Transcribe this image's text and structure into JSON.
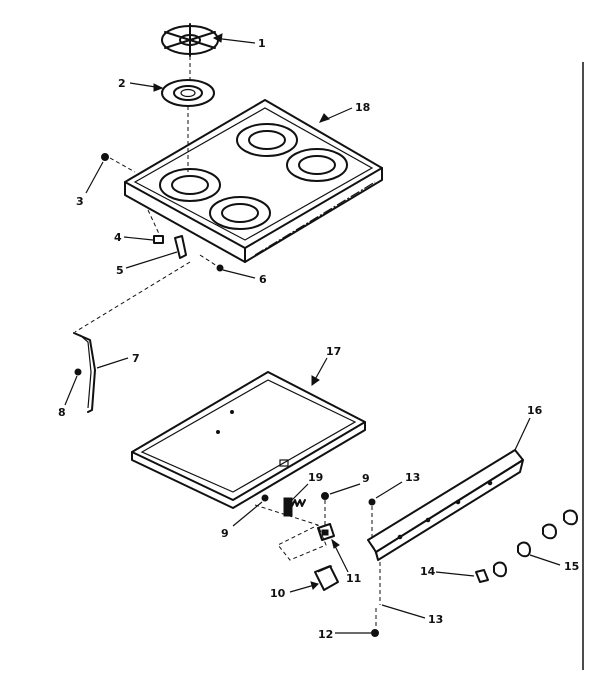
{
  "callouts": {
    "c1": "1",
    "c2": "2",
    "c3": "3",
    "c4": "4",
    "c5": "5",
    "c6": "6",
    "c7": "7",
    "c8": "8",
    "c9a": "9",
    "c9b": "9",
    "c10": "10",
    "c11": "11",
    "c12": "12",
    "c13a": "13",
    "c13b": "13",
    "c14": "14",
    "c15": "15",
    "c16": "16",
    "c17": "17",
    "c18": "18",
    "c19": "19"
  }
}
